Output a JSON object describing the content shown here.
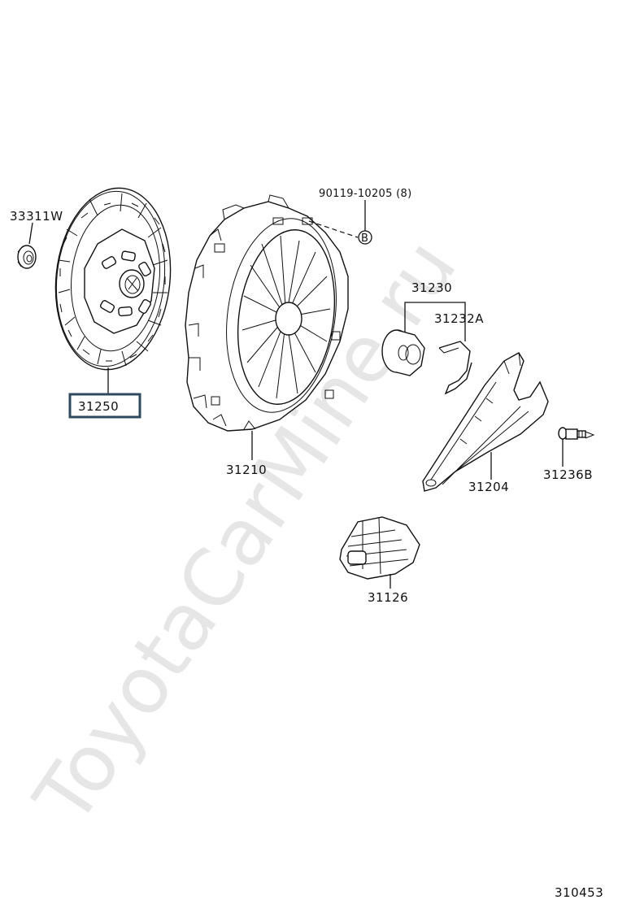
{
  "diagram": {
    "watermark": "ToyotaCarMine.ru",
    "figure_number": "310453",
    "parts": [
      {
        "id": "p-33311W",
        "label": "33311W",
        "icon": "pilot-bearing-icon",
        "highlighted": false
      },
      {
        "id": "p-31250",
        "label": "31250",
        "icon": "clutch-disc-icon",
        "highlighted": true
      },
      {
        "id": "p-31210",
        "label": "31210",
        "icon": "pressure-plate-icon",
        "highlighted": false
      },
      {
        "id": "p-90119",
        "label": "90119-10205 (8)",
        "icon": "bolt-icon",
        "highlighted": false
      },
      {
        "id": "p-31230",
        "label": "31230",
        "icon": "release-bearing-icon",
        "highlighted": false
      },
      {
        "id": "p-31232A",
        "label": "31232A",
        "icon": "clip-icon",
        "highlighted": false
      },
      {
        "id": "p-31204",
        "label": "31204",
        "icon": "release-fork-icon",
        "highlighted": false
      },
      {
        "id": "p-31236B",
        "label": "31236B",
        "icon": "fork-support-bolt-icon",
        "highlighted": false
      },
      {
        "id": "p-31126",
        "label": "31126",
        "icon": "dust-boot-icon",
        "highlighted": false
      }
    ],
    "bolt_marker": "B"
  }
}
